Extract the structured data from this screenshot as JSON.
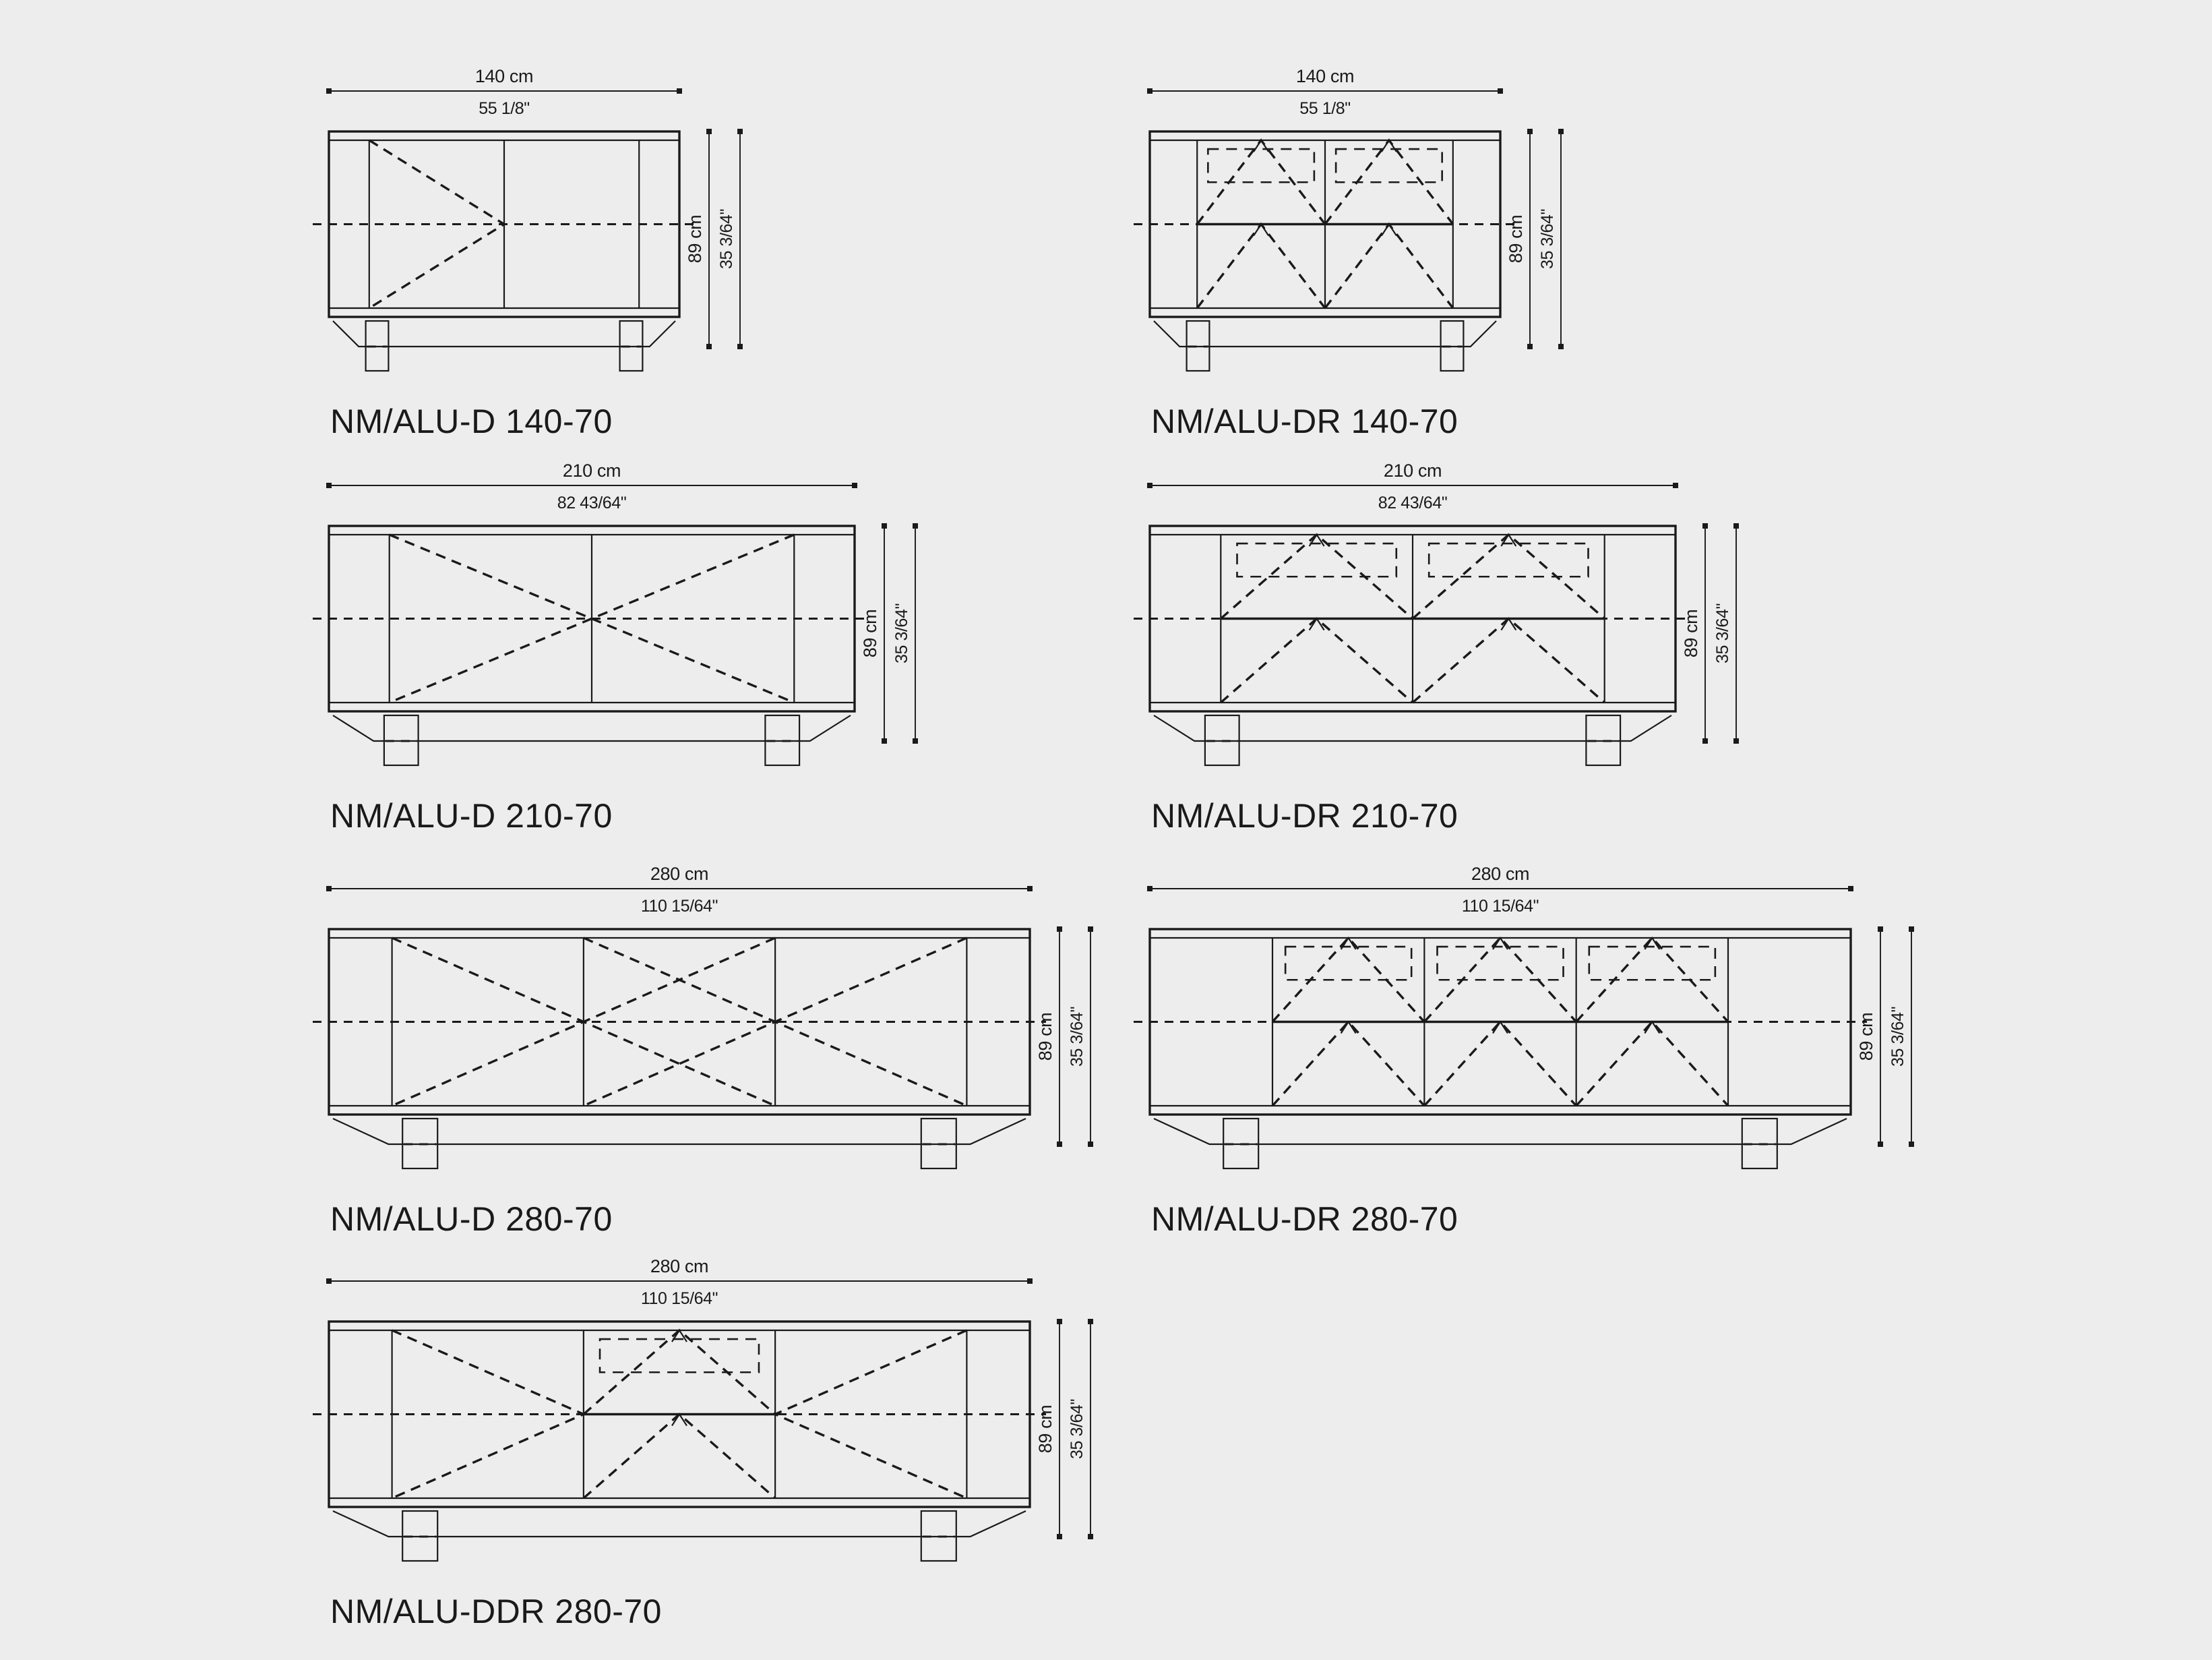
{
  "page": {
    "background_color": "#ededed",
    "line_color": "#1a1a1a",
    "title": "Sideboard technical drawings - dimension sheet"
  },
  "common": {
    "height_cm_label": "89 cm",
    "height_in_label": "35 3/64\"",
    "depth_code": "70"
  },
  "diagrams": [
    {
      "id": "alu-d-140-70",
      "model_label": "NM/ALU-D 140-70",
      "width_cm_label": "140 cm",
      "width_in_label": "55 1/8\"",
      "height_cm_label": "89 cm",
      "height_in_label": "35 3/64\"",
      "width_cm": 140,
      "height_cm": 89,
      "depth_cm": 70,
      "doors": 2,
      "door_style": "hinged-pair",
      "drawers": 0,
      "has_flap": false
    },
    {
      "id": "alu-dr-140-70",
      "model_label": "NM/ALU-DR 140-70",
      "width_cm_label": "140 cm",
      "width_in_label": "55 1/8\"",
      "height_cm_label": "89 cm",
      "height_in_label": "35 3/64\"",
      "width_cm": 140,
      "height_cm": 89,
      "depth_cm": 70,
      "doors": 0,
      "door_style": "flap-pair",
      "drawers": 1,
      "has_flap": true
    },
    {
      "id": "alu-d-210-70",
      "model_label": "NM/ALU-D 210-70",
      "width_cm_label": "210 cm",
      "width_in_label": "82 43/64\"",
      "height_cm_label": "89 cm",
      "height_in_label": "35 3/64\"",
      "width_cm": 210,
      "height_cm": 89,
      "depth_cm": 70,
      "doors": 2,
      "door_style": "hinged-pair",
      "drawers": 0,
      "has_flap": false
    },
    {
      "id": "alu-dr-210-70",
      "model_label": "NM/ALU-DR 210-70",
      "width_cm_label": "210 cm",
      "width_in_label": "82 43/64\"",
      "height_cm_label": "89 cm",
      "height_in_label": "35 3/64\"",
      "width_cm": 210,
      "height_cm": 89,
      "depth_cm": 70,
      "doors": 0,
      "door_style": "flap-pair",
      "drawers": 2,
      "has_flap": true
    },
    {
      "id": "alu-d-280-70",
      "model_label": "NM/ALU-D 280-70",
      "width_cm_label": "280 cm",
      "width_in_label": "110 15/64\"",
      "height_cm_label": "89 cm",
      "height_in_label": "35 3/64\"",
      "width_cm": 280,
      "height_cm": 89,
      "depth_cm": 70,
      "doors": 3,
      "door_style": "hinged-triple",
      "drawers": 0,
      "has_flap": false
    },
    {
      "id": "alu-dr-280-70",
      "model_label": "NM/ALU-DR 280-70",
      "width_cm_label": "280 cm",
      "width_in_label": "110 15/64\"",
      "height_cm_label": "89 cm",
      "height_in_label": "35 3/64\"",
      "width_cm": 280,
      "height_cm": 89,
      "depth_cm": 70,
      "doors": 0,
      "door_style": "flap-triple",
      "drawers": 3,
      "has_flap": true
    },
    {
      "id": "alu-ddr-280-70",
      "model_label": "NM/ALU-DDR 280-70",
      "width_cm_label": "280 cm",
      "width_in_label": "110 15/64\"",
      "height_cm_label": "89 cm",
      "height_in_label": "35 3/64\"",
      "width_cm": 280,
      "height_cm": 89,
      "depth_cm": 70,
      "doors": 2,
      "door_style": "hinged-pair-with-center-flap",
      "drawers": 1,
      "has_flap": true
    }
  ]
}
